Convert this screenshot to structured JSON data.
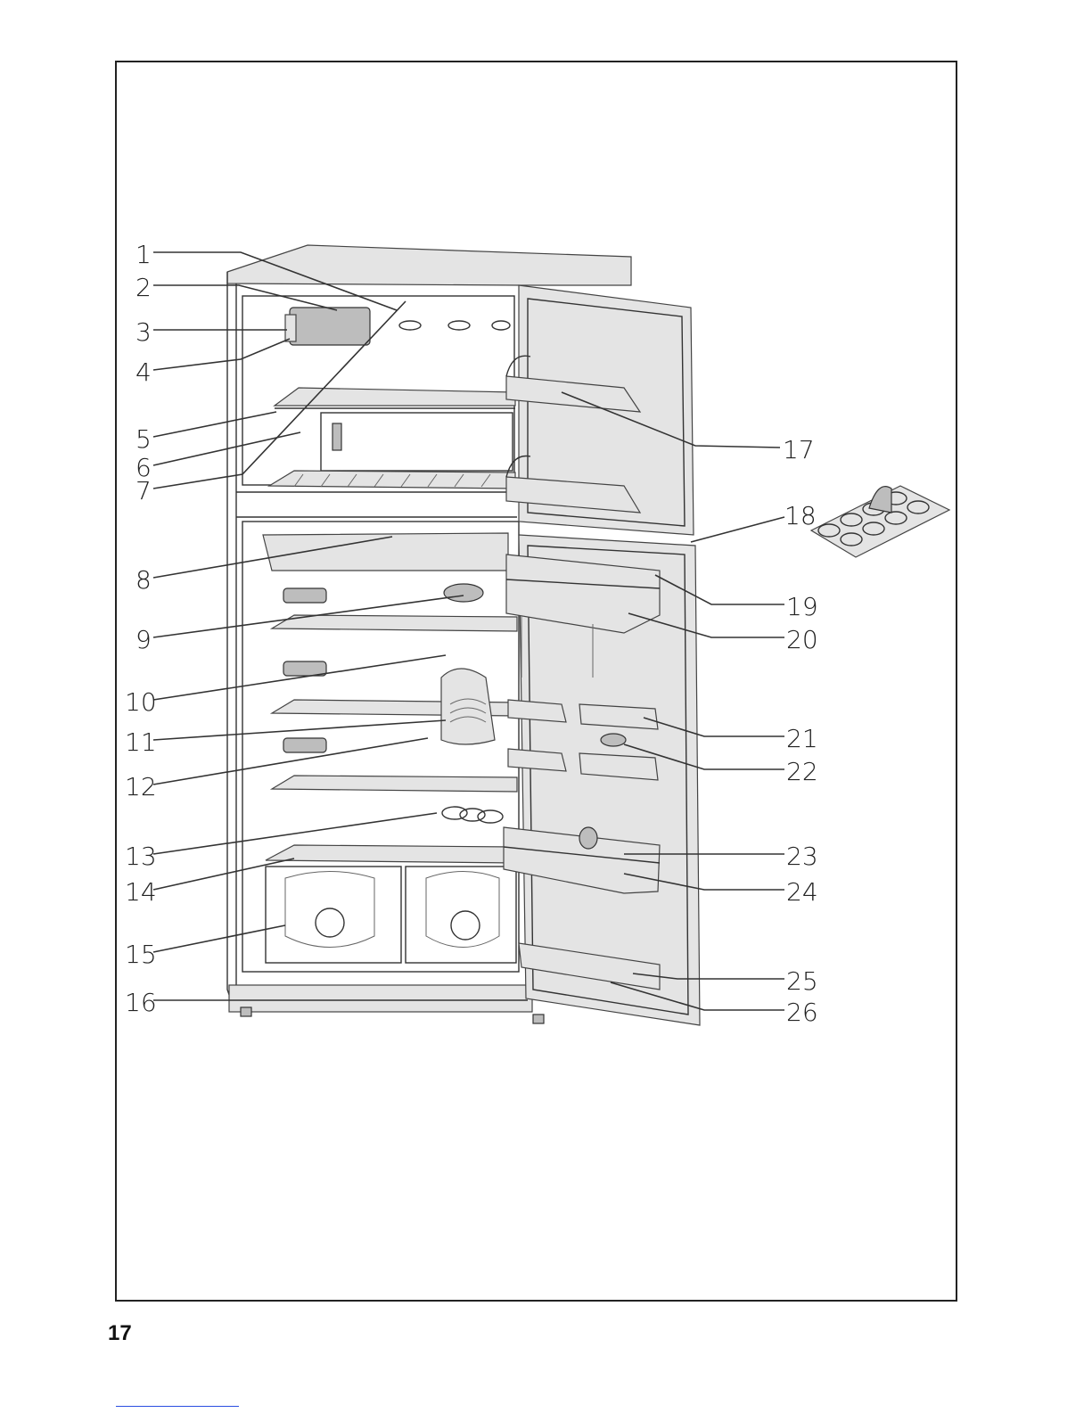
{
  "page_number": "17",
  "callouts": [
    "1",
    "2",
    "3",
    "4",
    "5",
    "6",
    "7",
    "8",
    "9",
    "10",
    "11",
    "12",
    "13",
    "14",
    "15",
    "16",
    "17",
    "18",
    "19",
    "20",
    "21",
    "22",
    "23",
    "24",
    "25",
    "26"
  ]
}
